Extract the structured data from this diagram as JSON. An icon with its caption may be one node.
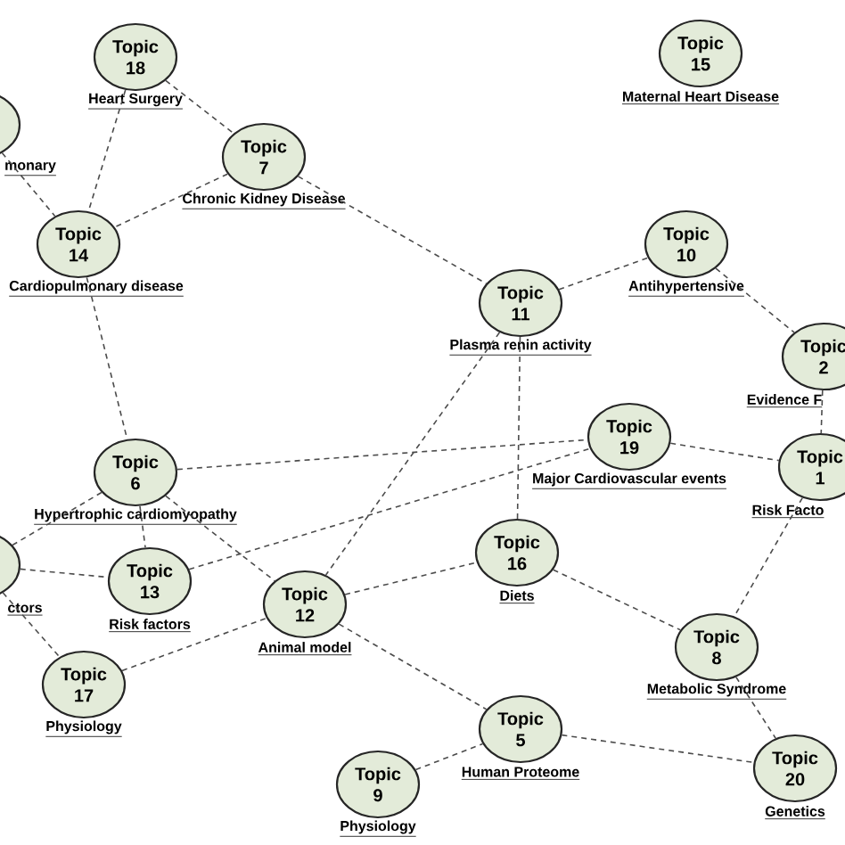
{
  "diagram": {
    "nodes": [
      {
        "text": [
          "Topic 18"
        ],
        "beside": [
          "Heart Surgery"
        ]
      },
      {
        "text": [
          "Topic 15"
        ],
        "beside": [
          "Maternal Heart Disease"
        ]
      },
      {
        "text": [],
        "shape": "circle",
        "beside": [
          "monary"
        ]
      },
      {
        "text": [
          "Topic 7"
        ],
        "beside": [
          "Chronic Kidney Disease"
        ]
      },
      {
        "text": [
          "Topic 14"
        ],
        "beside": [
          "Cardiopulmonary disease"
        ]
      },
      {
        "text": [
          "Topic 10"
        ],
        "beside": [
          "Antihypertensive"
        ]
      },
      {
        "text": [
          "Topic 11"
        ],
        "beside": [
          "Plasma renin activity"
        ]
      },
      {
        "text": [
          "Topic 2"
        ],
        "beside": [
          "Evidence F"
        ]
      },
      {
        "text": [
          "Topic 19"
        ],
        "beside": [
          "Major Cardiovascular events"
        ]
      },
      {
        "text": [
          "Topic 1"
        ],
        "beside": [
          "Risk Facto"
        ]
      },
      {
        "text": [
          "Topic 6"
        ],
        "beside": [
          "Hypertrophic cardiomyopathy"
        ]
      },
      {
        "text": [
          "Topic 16"
        ],
        "beside": [
          "Diets"
        ]
      },
      {
        "text": [],
        "shape": "circle",
        "beside": [
          "ctors"
        ]
      },
      {
        "text": [
          "Topic 13"
        ],
        "beside": [
          "Risk factors"
        ]
      },
      {
        "text": [
          "Topic 12"
        ],
        "beside": [
          "Animal model"
        ]
      },
      {
        "text": [
          "Topic 8"
        ],
        "beside": [
          "Metabolic Syndrome"
        ]
      },
      {
        "text": [
          "Topic 17"
        ],
        "beside": [
          "Physiology"
        ]
      },
      {
        "text": [
          "Topic 5"
        ],
        "beside": [
          "Human Proteome"
        ]
      },
      {
        "text": [
          "Topic 20"
        ],
        "beside": [
          "Genetics"
        ]
      },
      {
        "text": [
          "Topic 9"
        ],
        "beside": [
          "Physiology"
        ]
      }
    ],
    "edges": [
      {
        "from": 0,
        "to": 4,
        "arrow": "none",
        "style": "dashed"
      },
      {
        "from": 0,
        "to": 3,
        "arrow": "none",
        "style": "dashed"
      },
      {
        "from": 2,
        "to": 4,
        "arrow": "none",
        "style": "dashed"
      },
      {
        "from": 3,
        "to": 4,
        "arrow": "none",
        "style": "dashed"
      },
      {
        "from": 3,
        "to": 6,
        "arrow": "none",
        "style": "dashed"
      },
      {
        "from": 6,
        "to": 5,
        "arrow": "none",
        "style": "dashed"
      },
      {
        "from": 5,
        "to": 7,
        "arrow": "none",
        "style": "dashed"
      },
      {
        "from": 4,
        "to": 10,
        "arrow": "none",
        "style": "dashed"
      },
      {
        "from": 6,
        "to": 14,
        "arrow": "none",
        "style": "dashed"
      },
      {
        "from": 6,
        "to": 11,
        "arrow": "none",
        "style": "dashed"
      },
      {
        "from": 7,
        "to": 9,
        "arrow": "none",
        "style": "dashed"
      },
      {
        "from": 8,
        "to": 9,
        "arrow": "none",
        "style": "dashed"
      },
      {
        "from": 10,
        "to": 8,
        "arrow": "none",
        "style": "dashed"
      },
      {
        "from": 12,
        "to": 10,
        "arrow": "none",
        "style": "dashed"
      },
      {
        "from": 10,
        "to": 13,
        "arrow": "none",
        "style": "dashed"
      },
      {
        "from": 12,
        "to": 13,
        "arrow": "none",
        "style": "dashed"
      },
      {
        "from": 12,
        "to": 16,
        "arrow": "none",
        "style": "dashed"
      },
      {
        "from": 13,
        "to": 8,
        "arrow": "none",
        "style": "dashed"
      },
      {
        "from": 10,
        "to": 14,
        "arrow": "none",
        "style": "dashed"
      },
      {
        "from": 14,
        "to": 11,
        "arrow": "none",
        "style": "dashed"
      },
      {
        "from": 14,
        "to": 17,
        "arrow": "none",
        "style": "dashed"
      },
      {
        "from": 16,
        "to": 14,
        "arrow": "none",
        "style": "dashed"
      },
      {
        "from": 11,
        "to": 15,
        "arrow": "none",
        "style": "dashed"
      },
      {
        "from": 9,
        "to": 15,
        "arrow": "none",
        "style": "dashed"
      },
      {
        "from": 15,
        "to": 18,
        "arrow": "none",
        "style": "dashed"
      },
      {
        "from": 17,
        "to": 18,
        "arrow": "none",
        "style": "dashed"
      },
      {
        "from": 19,
        "to": 17,
        "arrow": "none",
        "style": "dashed"
      }
    ]
  }
}
